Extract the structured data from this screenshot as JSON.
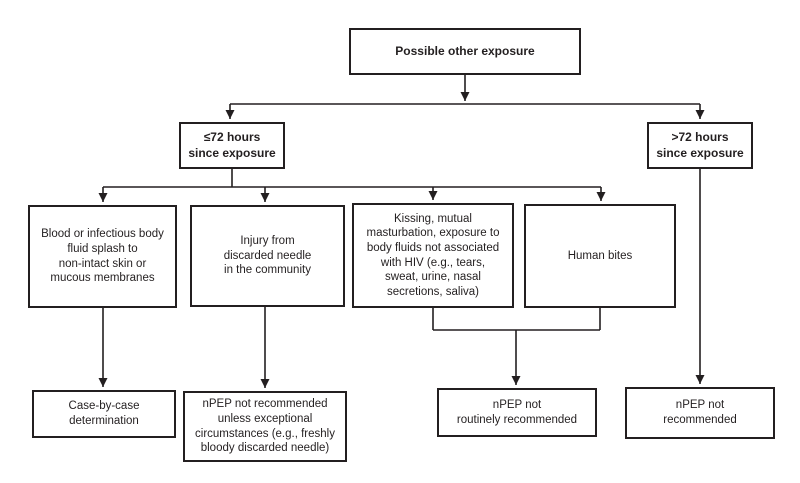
{
  "figure": {
    "type": "flowchart",
    "nodes": {
      "root": "Possible other exposure",
      "within72": "≤72 hours\nsince exposure",
      "after72": ">72 hours\nsince exposure",
      "blood_splash": "Blood or infectious body\nfluid splash to\nnon-intact skin or\nmucous membranes",
      "needle_injury": "Injury from\ndiscarded needle\nin the community",
      "low_risk_fluids": "Kissing, mutual\nmasturbation, exposure to\nbody fluids not associated\nwith HIV (e.g., tears,\nsweat, urine, nasal\nsecretions, saliva)",
      "human_bites": "Human bites",
      "case_by_case": "Case-by-case\ndetermination",
      "npep_unless_exceptional": "nPEP not recommended\nunless exceptional\ncircumstances (e.g., freshly\nbloody discarded needle)",
      "npep_not_routinely": "nPEP not\nroutinely recommended",
      "npep_not_recommended": "nPEP not\nrecommended"
    },
    "colors": {
      "line": "#231f20",
      "text": "#231f20",
      "background": "#ffffff"
    }
  }
}
